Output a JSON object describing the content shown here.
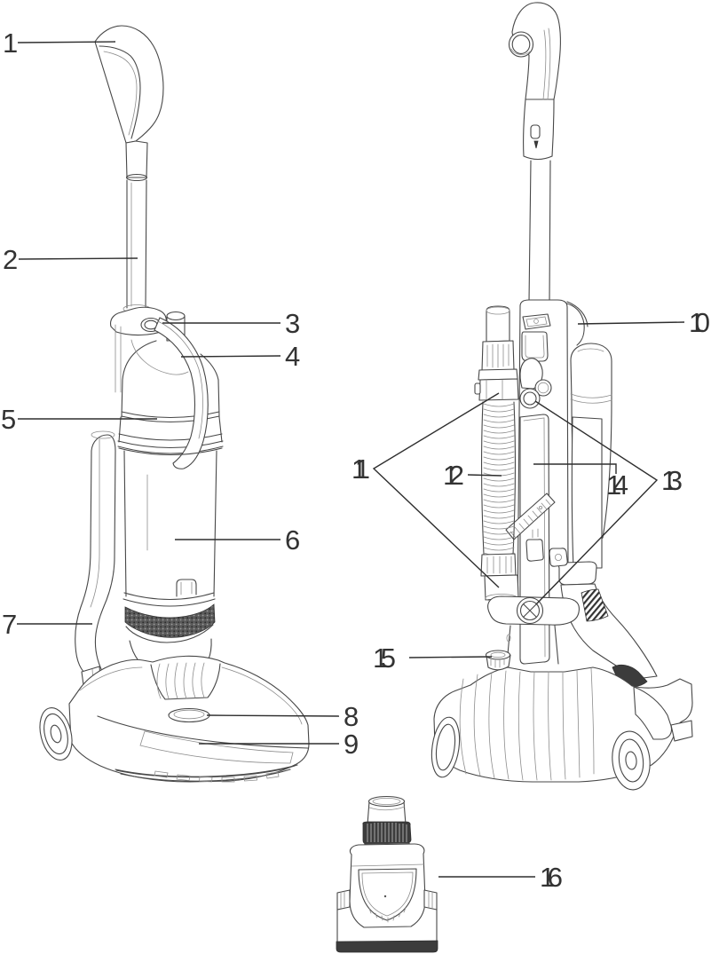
{
  "figure": {
    "kind": "vacuum-cleaner-parts-line-diagram",
    "colors": {
      "background": "#ffffff",
      "line": "#474747",
      "callout_line": "#2e2e2e",
      "callout_text": "#333333",
      "dark_fill": "#3c3c3c"
    },
    "callouts": [
      {
        "number": "1"
      },
      {
        "number": "2"
      },
      {
        "number": "3"
      },
      {
        "number": "4"
      },
      {
        "number": "5"
      },
      {
        "number": "6"
      },
      {
        "number": "7"
      },
      {
        "number": "8"
      },
      {
        "number": "9"
      },
      {
        "number": "10"
      },
      {
        "number": "11"
      },
      {
        "number": "12"
      },
      {
        "number": "13"
      },
      {
        "number": "14"
      },
      {
        "number": "15"
      },
      {
        "number": "16"
      }
    ]
  }
}
